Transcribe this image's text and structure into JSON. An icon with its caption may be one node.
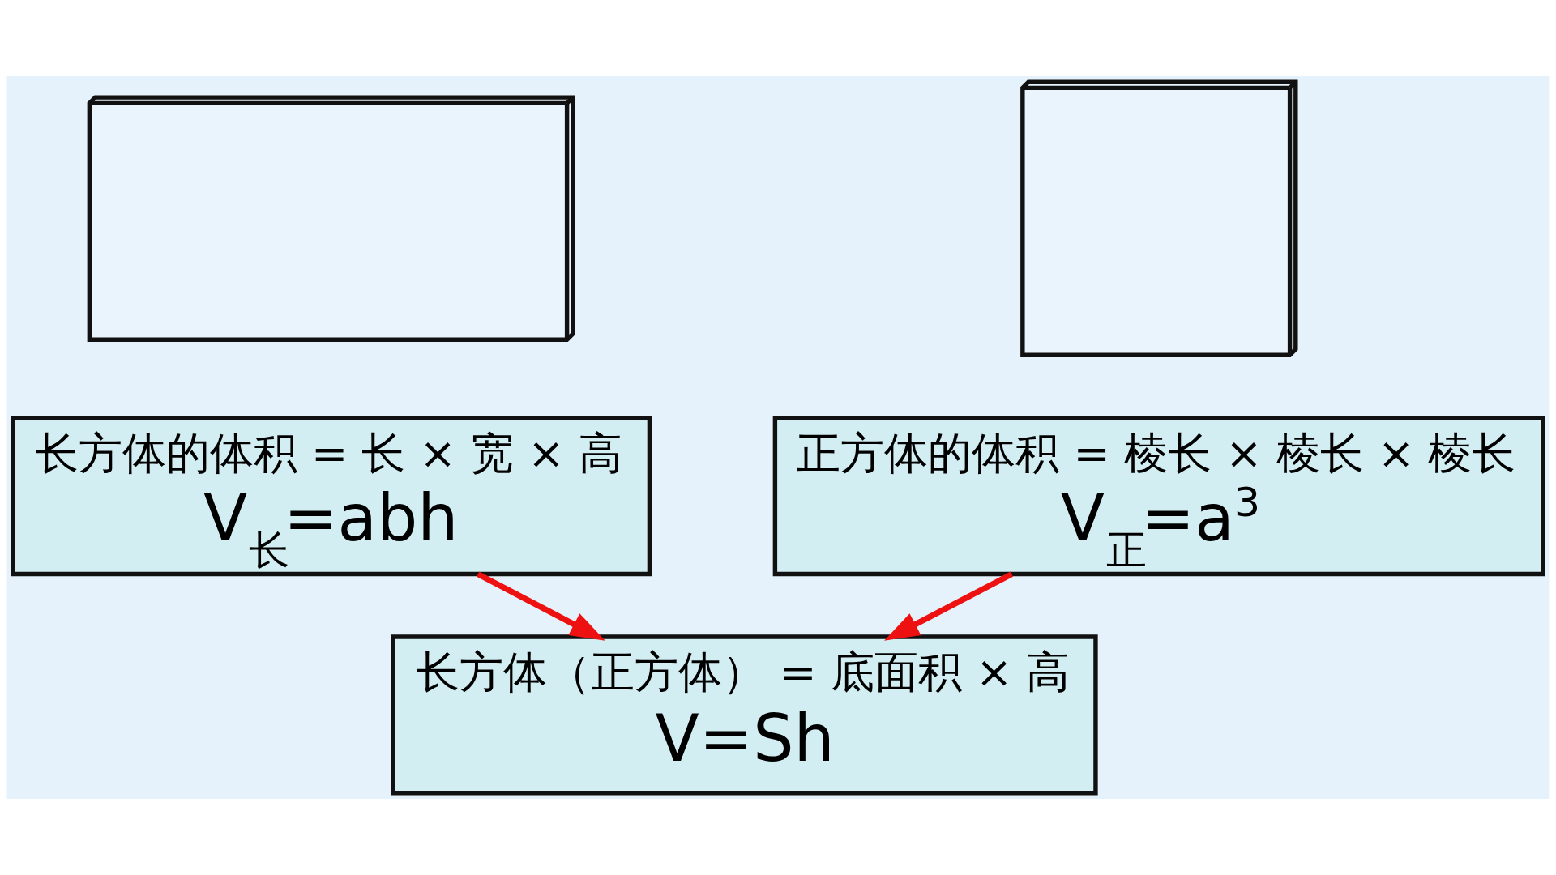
{
  "diagram": {
    "nodes": [
      {
        "text": [],
        "shape": "picture"
      },
      {
        "text": [],
        "shape": "picture"
      },
      {
        "text": [
          "长方体的体积 = 长 × 宽 × 高",
          "V$_{长}$=abh"
        ]
      },
      {
        "text": [
          "正方体的体积 = 棱长 × 棱长 × 棱长",
          "V$_{正}$=a$^{3}$"
        ]
      },
      {
        "text": [
          "长方体（正方体） = 底面积 × 高",
          "V=Sh"
        ]
      }
    ],
    "edges": [
      {
        "from": 2,
        "to": 4,
        "arrow": "to"
      },
      {
        "from": 3,
        "to": 4,
        "arrow": "to"
      }
    ]
  }
}
